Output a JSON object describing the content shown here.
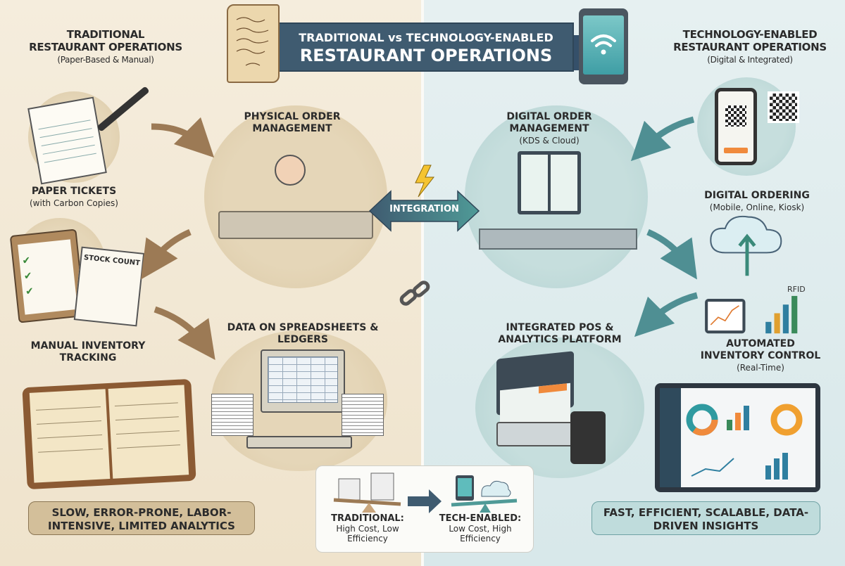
{
  "title": {
    "line1": "TRADITIONAL vs TECHNOLOGY-ENABLED",
    "line2": "RESTAURANT OPERATIONS"
  },
  "left_header": {
    "title": "TRADITIONAL RESTAURANT OPERATIONS",
    "subtitle": "(Paper-Based & Manual)"
  },
  "right_header": {
    "title": "TECHNOLOGY-ENABLED RESTAURANT OPERATIONS",
    "subtitle": "(Digital & Integrated)"
  },
  "left": {
    "paper_tickets": {
      "title": "PAPER TICKETS",
      "subtitle": "(with Carbon Copies)"
    },
    "physical_order": {
      "title": "PHYSICAL ORDER MANAGEMENT"
    },
    "inventory": {
      "title": "MANUAL INVENTORY TRACKING",
      "clipboard_text": "STOCK COUNT"
    },
    "spreadsheets": {
      "title": "DATA ON SPREADSHEETS & LEDGERS"
    },
    "summary": "SLOW, ERROR-PRONE, LABOR-INTENSIVE, LIMITED ANALYTICS"
  },
  "center": {
    "integration": "INTEGRATION"
  },
  "right": {
    "digital_order": {
      "title": "DIGITAL ORDER MANAGEMENT",
      "subtitle": "(KDS & Cloud)"
    },
    "digital_ordering": {
      "title": "DIGITAL ORDERING",
      "subtitle": "(Mobile, Online, Kiosk)"
    },
    "inventory": {
      "title": "AUTOMATED INVENTORY CONTROL",
      "subtitle": "(Real-Time)",
      "rfid": "RFID"
    },
    "pos": {
      "title": "INTEGRATED POS & ANALYTICS PLATFORM"
    },
    "summary": "FAST, EFFICIENT, SCALABLE, DATA-DRIVEN INSIGHTS"
  },
  "comparison": {
    "traditional": {
      "label": "TRADITIONAL:",
      "detail": "High Cost, Low Efficiency"
    },
    "tech": {
      "label": "TECH-ENABLED:",
      "detail": "Low Cost, High Efficiency"
    }
  },
  "colors": {
    "banner": "#3f5b70",
    "left_bg": "#f3ead9",
    "right_bg": "#e3eef0",
    "arrow_left": "#9c7a55",
    "arrow_right": "#4f8f93"
  }
}
